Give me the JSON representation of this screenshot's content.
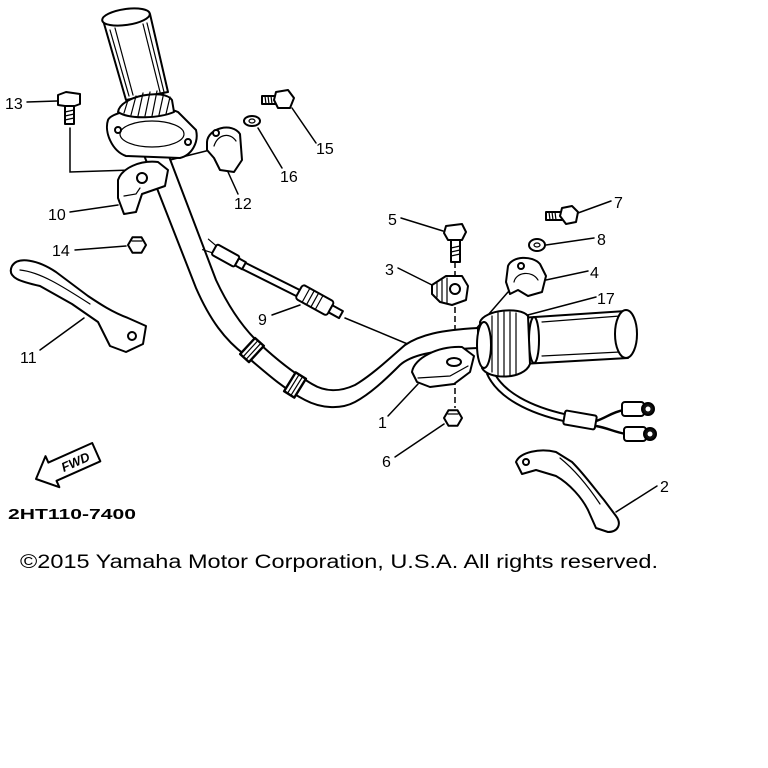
{
  "diagram": {
    "callouts": [
      "1",
      "2",
      "3",
      "4",
      "5",
      "6",
      "7",
      "8",
      "9",
      "10",
      "11",
      "12",
      "13",
      "14",
      "15",
      "16",
      "17"
    ],
    "fwd_label": "FWD",
    "part_code": "2HT110-7400"
  },
  "footer": {
    "copyright": "©2015 Yamaha Motor Corporation, U.S.A. All rights reserved."
  }
}
